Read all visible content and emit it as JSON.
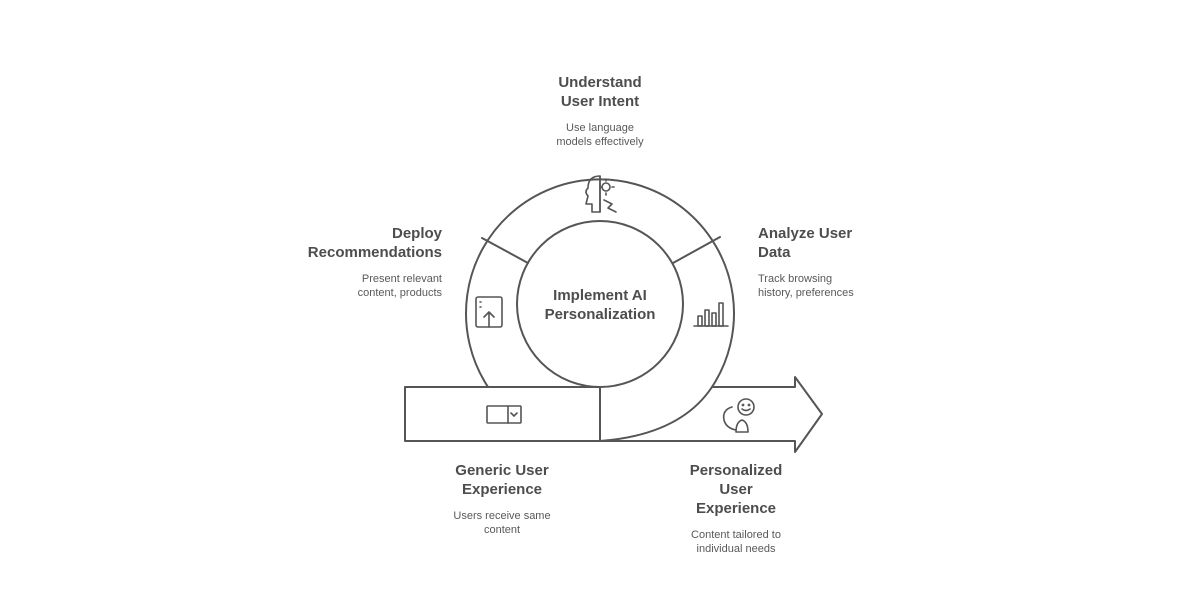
{
  "center": {
    "title": "Implement AI\nPersonalization"
  },
  "steps": {
    "understand": {
      "title": "Understand\nUser Intent",
      "desc": "Use language\nmodels effectively",
      "icon": "brain-gear-icon"
    },
    "analyze": {
      "title": "Analyze User\nData",
      "desc": "Track browsing\nhistory, preferences",
      "icon": "bar-chart-icon"
    },
    "deploy": {
      "title": "Deploy\nRecommendations",
      "desc": "Present relevant\ncontent, products",
      "icon": "upload-icon"
    },
    "generic": {
      "title": "Generic User\nExperience",
      "desc": "Users receive same\ncontent",
      "icon": "dropdown-box-icon"
    },
    "personalized": {
      "title": "Personalized\nUser\nExperience",
      "desc": "Content tailored to\nindividual needs",
      "icon": "chat-users-icon"
    }
  },
  "colors": {
    "stroke": "#555555",
    "text": "#4d4d4d",
    "background": "#ffffff"
  }
}
